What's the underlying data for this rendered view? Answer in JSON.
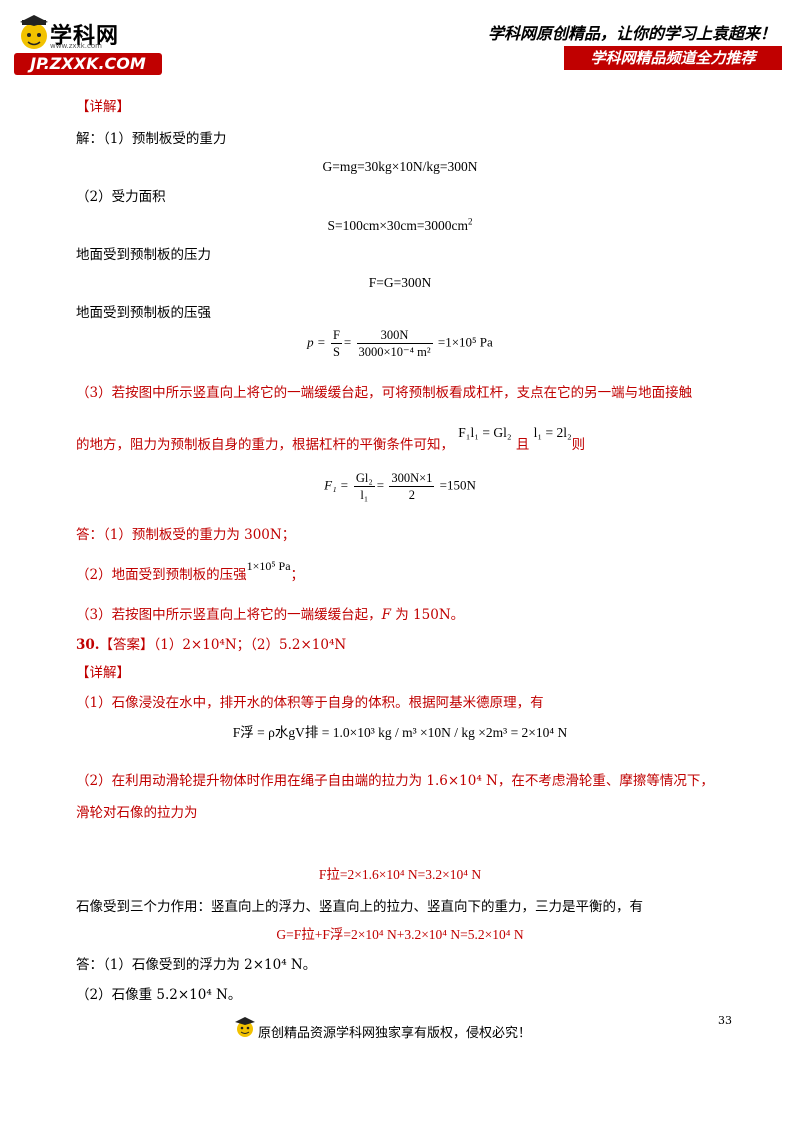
{
  "header": {
    "logo_text": "学科网",
    "logo_url": "www.zxxk.com",
    "logo_band": "JP.ZXXK.COM",
    "slogan": "学科网原创精品，让你的学习上袁超来！",
    "banner": "学科网精品频道全力推荐"
  },
  "q29": {
    "detail_tag": "【详解】",
    "solve_intro": "解：（1）预制板受的重力",
    "eq_gravity": "G=mg=30kg×10N/kg=300N",
    "part2": "（2）受力面积",
    "eq_area": "S=100cm×30cm=3000cm",
    "eq_area_sup": "2",
    "pressure_force_label": "地面受到预制板的压力",
    "eq_force": "F=G=300N",
    "pressure_label": "地面受到预制板的压强",
    "eq_pressure_lhs": "p =",
    "eq_pressure_num1": "F",
    "eq_pressure_den1": "S",
    "eq_pressure_num2": "300N",
    "eq_pressure_den2": "3000×10⁻⁴ m²",
    "eq_pressure_rhs": "=1×10⁵ Pa",
    "part3_line1": "（3）若按图中所示竖直向上将它的一端缓缓台起，可将预制板看成杠杆，支点在它的另一端与地面接触",
    "part3_line2a": "的地方，阻力为预制板自身的重力，根据杠杆的平衡条件可知，",
    "part3_line2_eq1": "F₁l₁ = Gl₂",
    "part3_line2_and": "且",
    "part3_line2_eq2": "l₁ = 2l₂",
    "part3_line2_then": "则",
    "eq_f1_lhs": "F₁ =",
    "eq_f1_num1": "Gl₂",
    "eq_f1_den1": "l₁",
    "eq_f1_num2": "300N×1",
    "eq_f1_den2": "2",
    "eq_f1_rhs": "=150N",
    "answer1": "答：（1）预制板受的重力为 300N；",
    "answer2a": "（2）地面受到预制板的压强",
    "answer2_val": "1×10⁵ Pa",
    "answer2_end": "；",
    "answer3a": "（3）若按图中所示竖直向上将它的一端缓缓台起，",
    "answer3_f": "F",
    "answer3b": " 为 150N。"
  },
  "q30": {
    "number": "30.",
    "answer_tag": "【答案】",
    "answer_text": "（1）2×10⁴N；（2）5.2×10⁴N",
    "detail_tag": "【详解】",
    "line1": "（1）石像浸没在水中，排开水的体积等于自身的体积。根据阿基米德原理，有",
    "eq_buoy": "F浮 = ρ水gV排 = 1.0×10³ kg / m³ ×10N / kg ×2m³ = 2×10⁴ N",
    "line2": "（2）在利用动滑轮提升物体时作用在绳子自由端的拉力为 1.6×10⁴ N，在不考虑滑轮重、摩擦等情况下，",
    "line3": "滑轮对石像的拉力为",
    "eq_pull": "F拉=2×1.6×10⁴ N=3.2×10⁴ N",
    "line4": "石像受到三个力作用：竖直向上的浮力、竖直向上的拉力、竖直向下的重力，三力是平衡的，有",
    "eq_sum": "G=F拉+F浮=2×10⁴ N+3.2×10⁴ N=5.2×10⁴ N",
    "answer1": "答：（1）石像受到的浮力为 2×10⁴ N。",
    "answer2": "（2）石像重 5.2×10⁴ N。"
  },
  "footer": {
    "copyright": "原创精品资源学科网独家享有版权，侵权必究！",
    "page_number": "33"
  }
}
